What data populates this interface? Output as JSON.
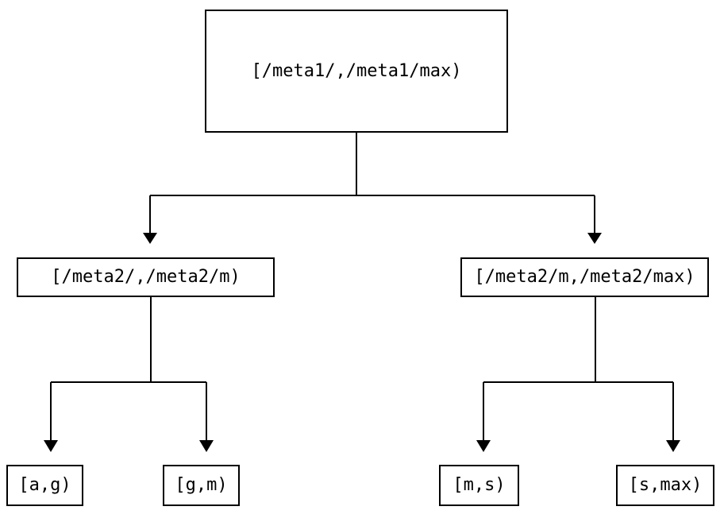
{
  "diagram": {
    "type": "binary-tree",
    "background_color": "#ffffff",
    "line_color": "#000000",
    "text_color": "#000000",
    "nodes": {
      "root": {
        "label": "[/meta1/,/meta1/max)",
        "level": "root"
      },
      "mid_left": {
        "label": "[/meta2/,/meta2/m)",
        "level": "mid"
      },
      "mid_right": {
        "label": "[/meta2/m,/meta2/max)",
        "level": "mid"
      },
      "leaf_1": {
        "label": "[a,g)",
        "level": "leaf"
      },
      "leaf_2": {
        "label": "[g,m)",
        "level": "leaf"
      },
      "leaf_3": {
        "label": "[m,s)",
        "level": "leaf"
      },
      "leaf_4": {
        "label": "[s,max)",
        "level": "leaf"
      }
    },
    "edges": [
      {
        "from": "root",
        "to": "mid_left",
        "arrow": "down"
      },
      {
        "from": "root",
        "to": "mid_right",
        "arrow": "down"
      },
      {
        "from": "mid_left",
        "to": "leaf_1",
        "arrow": "down"
      },
      {
        "from": "mid_left",
        "to": "leaf_2",
        "arrow": "down"
      },
      {
        "from": "mid_right",
        "to": "leaf_3",
        "arrow": "down"
      },
      {
        "from": "mid_right",
        "to": "leaf_4",
        "arrow": "down"
      }
    ]
  }
}
